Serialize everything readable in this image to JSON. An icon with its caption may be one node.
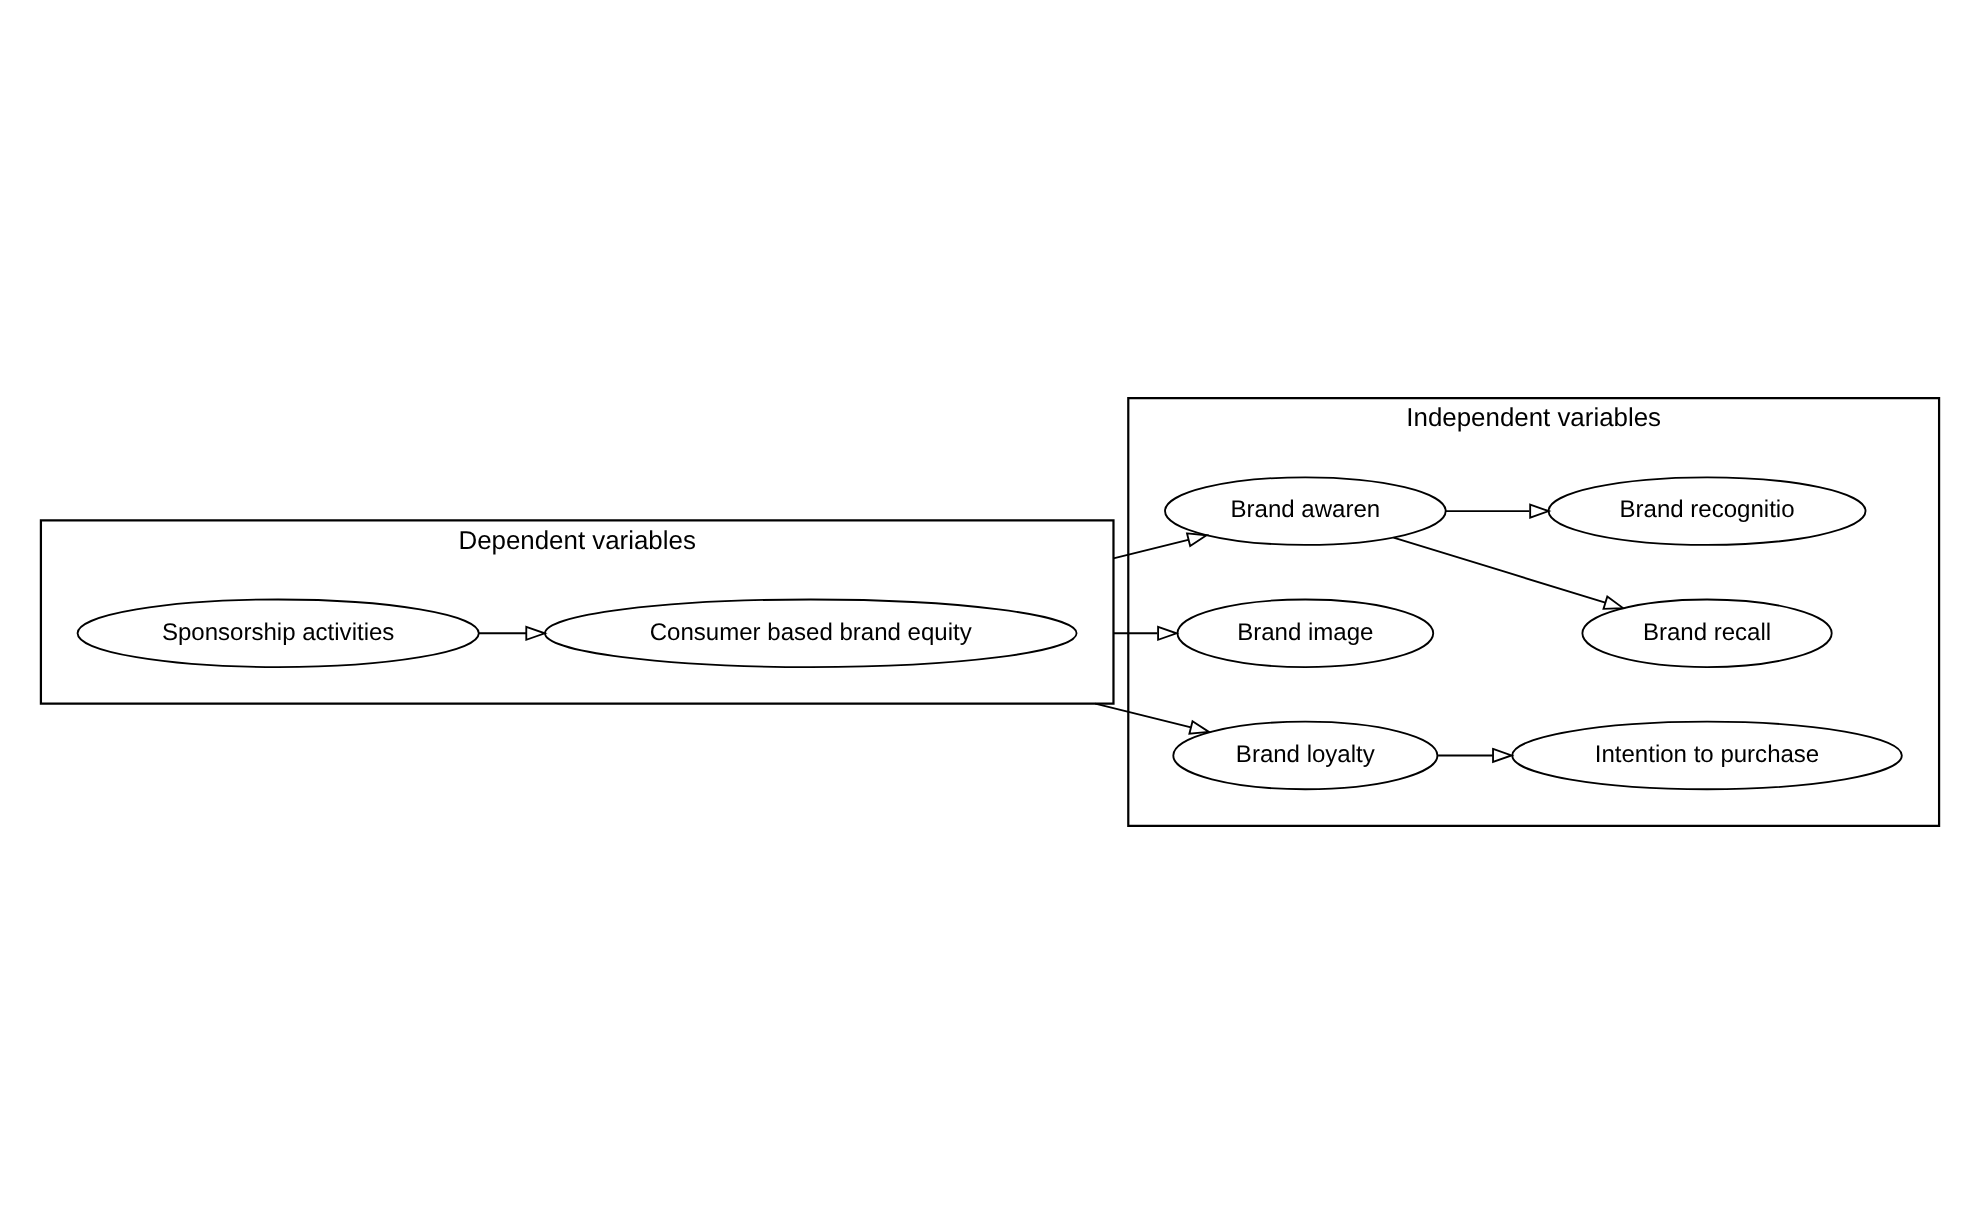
{
  "diagram": {
    "nodes": [
      {
        "text": [
          "Dependent variables"
        ]
      },
      {
        "text": [
          "Sponsorship activities"
        ],
        "in": 0
      },
      {
        "text": [
          "Consumer based brand equity"
        ],
        "in": 0
      },
      {
        "text": [
          "Independent variables"
        ]
      },
      {
        "text": [
          "Brand awaren"
        ],
        "in": 3
      },
      {
        "text": [
          "Brand recall"
        ],
        "in": 3
      },
      {
        "text": [
          "Brand recognitio"
        ],
        "in": 3
      },
      {
        "text": [
          "Brand image"
        ],
        "in": 3
      },
      {
        "text": [
          "Brand loyalty"
        ],
        "in": 3
      },
      {
        "text": [
          "Intention to purchase"
        ],
        "in": 3
      }
    ],
    "edges": [
      {
        "from": 1,
        "to": 2,
        "arrow": "to"
      },
      {
        "from": 0,
        "to": 4,
        "arrow": "to"
      },
      {
        "from": 0,
        "to": 7,
        "arrow": "to"
      },
      {
        "from": 0,
        "to": 8,
        "arrow": "to"
      },
      {
        "from": 4,
        "to": 5,
        "arrow": "to"
      },
      {
        "from": 4,
        "to": 6,
        "arrow": "to"
      },
      {
        "from": 8,
        "to": 9,
        "arrow": "to"
      }
    ]
  }
}
